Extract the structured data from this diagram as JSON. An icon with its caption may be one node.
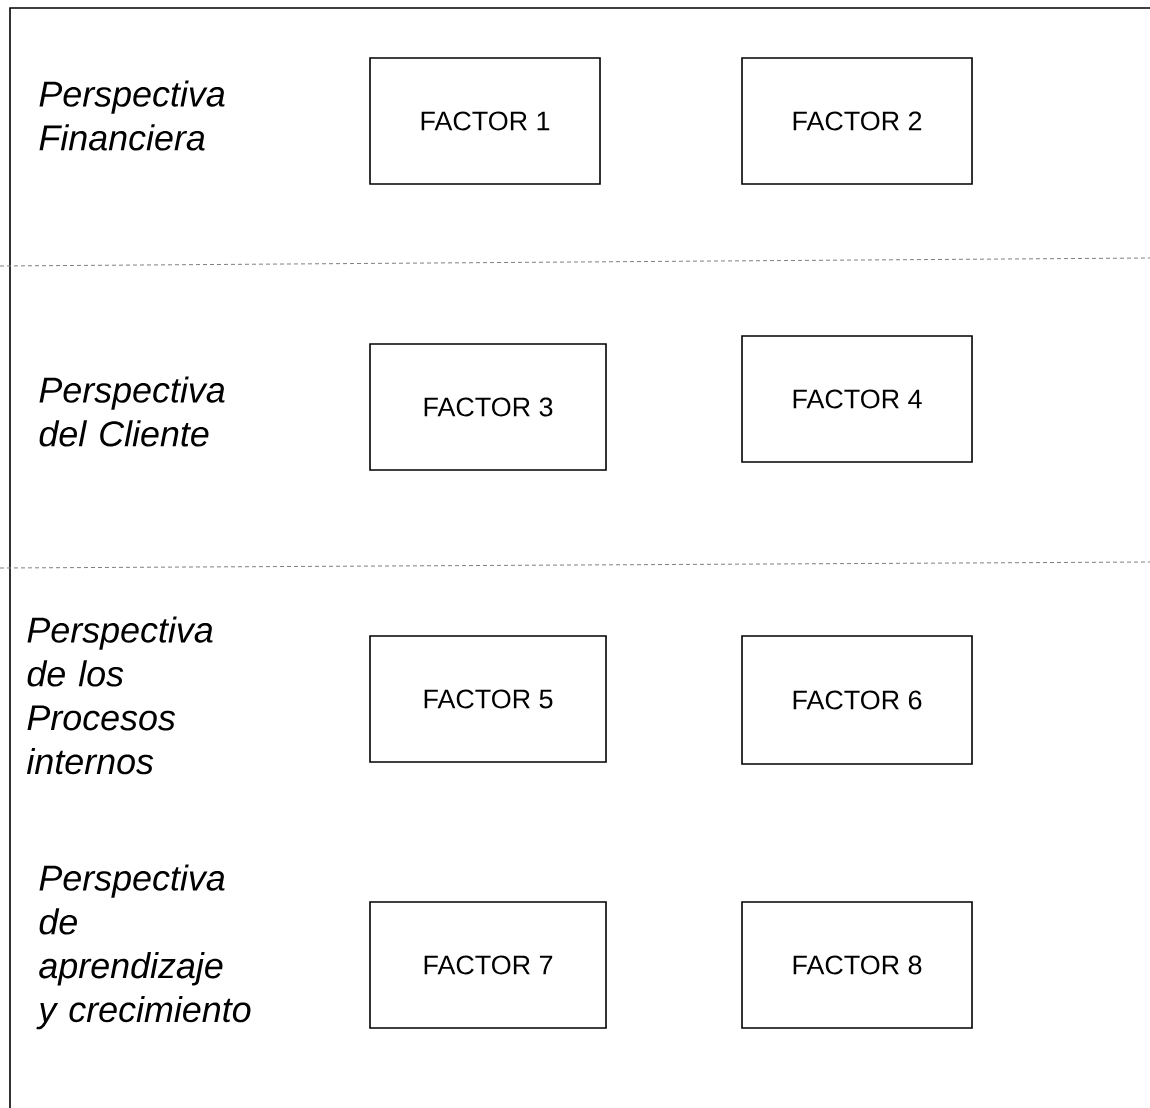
{
  "diagram": {
    "nodes": [
      {
        "text": [
          "FACTOR 1"
        ]
      },
      {
        "text": [
          "FACTOR 2"
        ]
      },
      {
        "text": [
          "FACTOR 3"
        ]
      },
      {
        "text": [
          "FACTOR 4"
        ]
      },
      {
        "text": [
          "FACTOR 5"
        ]
      },
      {
        "text": [
          "FACTOR 6"
        ]
      },
      {
        "text": [
          "FACTOR 7"
        ]
      },
      {
        "text": [
          "FACTOR 8"
        ]
      }
    ],
    "labels": [
      "Perspectiva Financiera",
      "Perspectiva del Cliente",
      "Perspectiva de los Procesos internos",
      "Perspectiva de aprendizaje y crecimiento"
    ]
  }
}
